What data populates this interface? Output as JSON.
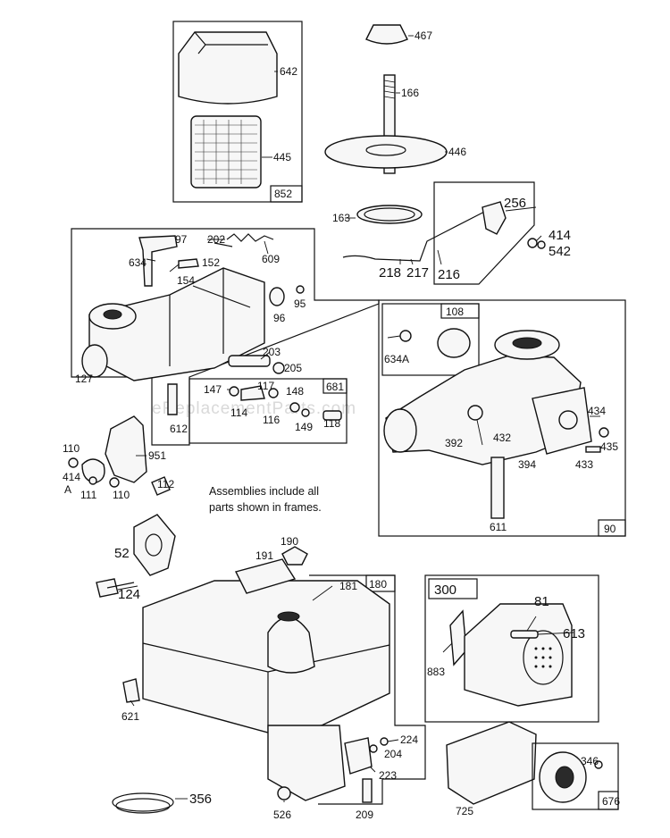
{
  "watermark": "eReplacementParts.com",
  "note": {
    "line1": "Assemblies include all",
    "line2": "parts shown in frames."
  },
  "frames": {
    "air_cleaner": "852",
    "governor_link": "",
    "carb_kit": "681",
    "carburetor_alt_top": "108",
    "carburetor_assembly": "90",
    "fuel_tank": "180",
    "muffler": "300",
    "guard": "676"
  },
  "labels": {
    "p467": "467",
    "p642": "642",
    "p166": "166",
    "p446": "446",
    "p445": "445",
    "p852": "852",
    "p256": "256",
    "p163": "163",
    "p414a": "414",
    "p542": "542",
    "p218": "218",
    "p217": "217",
    "p216": "216",
    "p97": "97",
    "p202": "202",
    "p634": "634",
    "p152": "152",
    "p609": "609",
    "p154": "154",
    "p95": "95",
    "p96": "96",
    "p108": "108",
    "p634A": "634A",
    "p203": "203",
    "p127": "127",
    "p205": "205",
    "p147": "147",
    "p117": "117",
    "p148": "148",
    "p681": "681",
    "p114": "114",
    "p116": "116",
    "p149": "149",
    "p118": "118",
    "p612": "612",
    "p434": "434",
    "p110a": "110",
    "p392": "392",
    "p432": "432",
    "p435": "435",
    "p951": "951",
    "p394": "394",
    "p433": "433",
    "p414b": "414",
    "pA": "A",
    "p111": "111",
    "p110b": "110",
    "p112": "112",
    "p611": "611",
    "p90": "90",
    "p52": "52",
    "p190": "190",
    "p191": "191",
    "p124": "124",
    "p181": "181",
    "p180": "180",
    "p300": "300",
    "p81": "81",
    "p613": "613",
    "p883": "883",
    "p621": "621",
    "p224": "224",
    "p204": "204",
    "p223": "223",
    "p346": "346",
    "p356": "356",
    "p526": "526",
    "p209": "209",
    "p725": "725",
    "p676": "676"
  }
}
